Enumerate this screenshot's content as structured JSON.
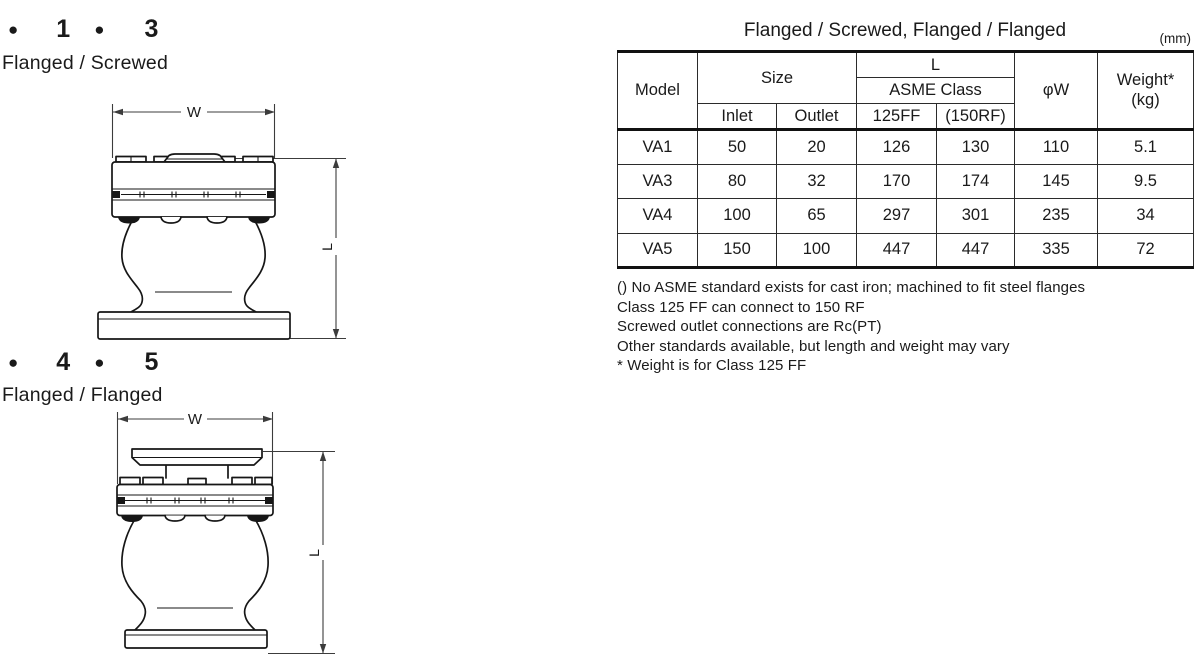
{
  "diagrams": [
    {
      "bullet1": "●",
      "num1": "1",
      "bullet2": "●",
      "num2": "3",
      "caption": "Flanged / Screwed",
      "w_label": "W",
      "l_label": "L"
    },
    {
      "bullet1": "●",
      "num1": "4",
      "bullet2": "●",
      "num2": "5",
      "caption": "Flanged / Flanged",
      "w_label": "W",
      "l_label": "L"
    }
  ],
  "table": {
    "title": "Flanged / Screwed, Flanged / Flanged",
    "unit_note": "(mm)",
    "header": {
      "model": "Model",
      "size": "Size",
      "inlet": "Inlet",
      "outlet": "Outlet",
      "l": "L",
      "asme_class": "ASME Class",
      "class_125": "125FF",
      "class_150": "(150RF)",
      "phi_w": "φW",
      "weight_line1": "Weight*",
      "weight_line2": "(kg)"
    },
    "rows": [
      {
        "model": "VA1",
        "inlet": "50",
        "outlet": "20",
        "l_125ff": "126",
        "l_150rf": "130",
        "phi_w": "110",
        "weight": "5.1"
      },
      {
        "model": "VA3",
        "inlet": "80",
        "outlet": "32",
        "l_125ff": "170",
        "l_150rf": "174",
        "phi_w": "145",
        "weight": "9.5"
      },
      {
        "model": "VA4",
        "inlet": "100",
        "outlet": "65",
        "l_125ff": "297",
        "l_150rf": "301",
        "phi_w": "235",
        "weight": "34"
      },
      {
        "model": "VA5",
        "inlet": "150",
        "outlet": "100",
        "l_125ff": "447",
        "l_150rf": "447",
        "phi_w": "335",
        "weight": "72"
      }
    ],
    "notes": [
      "() No ASME standard exists for cast iron; machined to fit steel flanges",
      "Class 125 FF can connect to 150 RF",
      "Screwed outlet connections are Rc(PT)",
      "Other standards available, but length and weight may vary",
      "* Weight is for Class 125 FF"
    ]
  }
}
